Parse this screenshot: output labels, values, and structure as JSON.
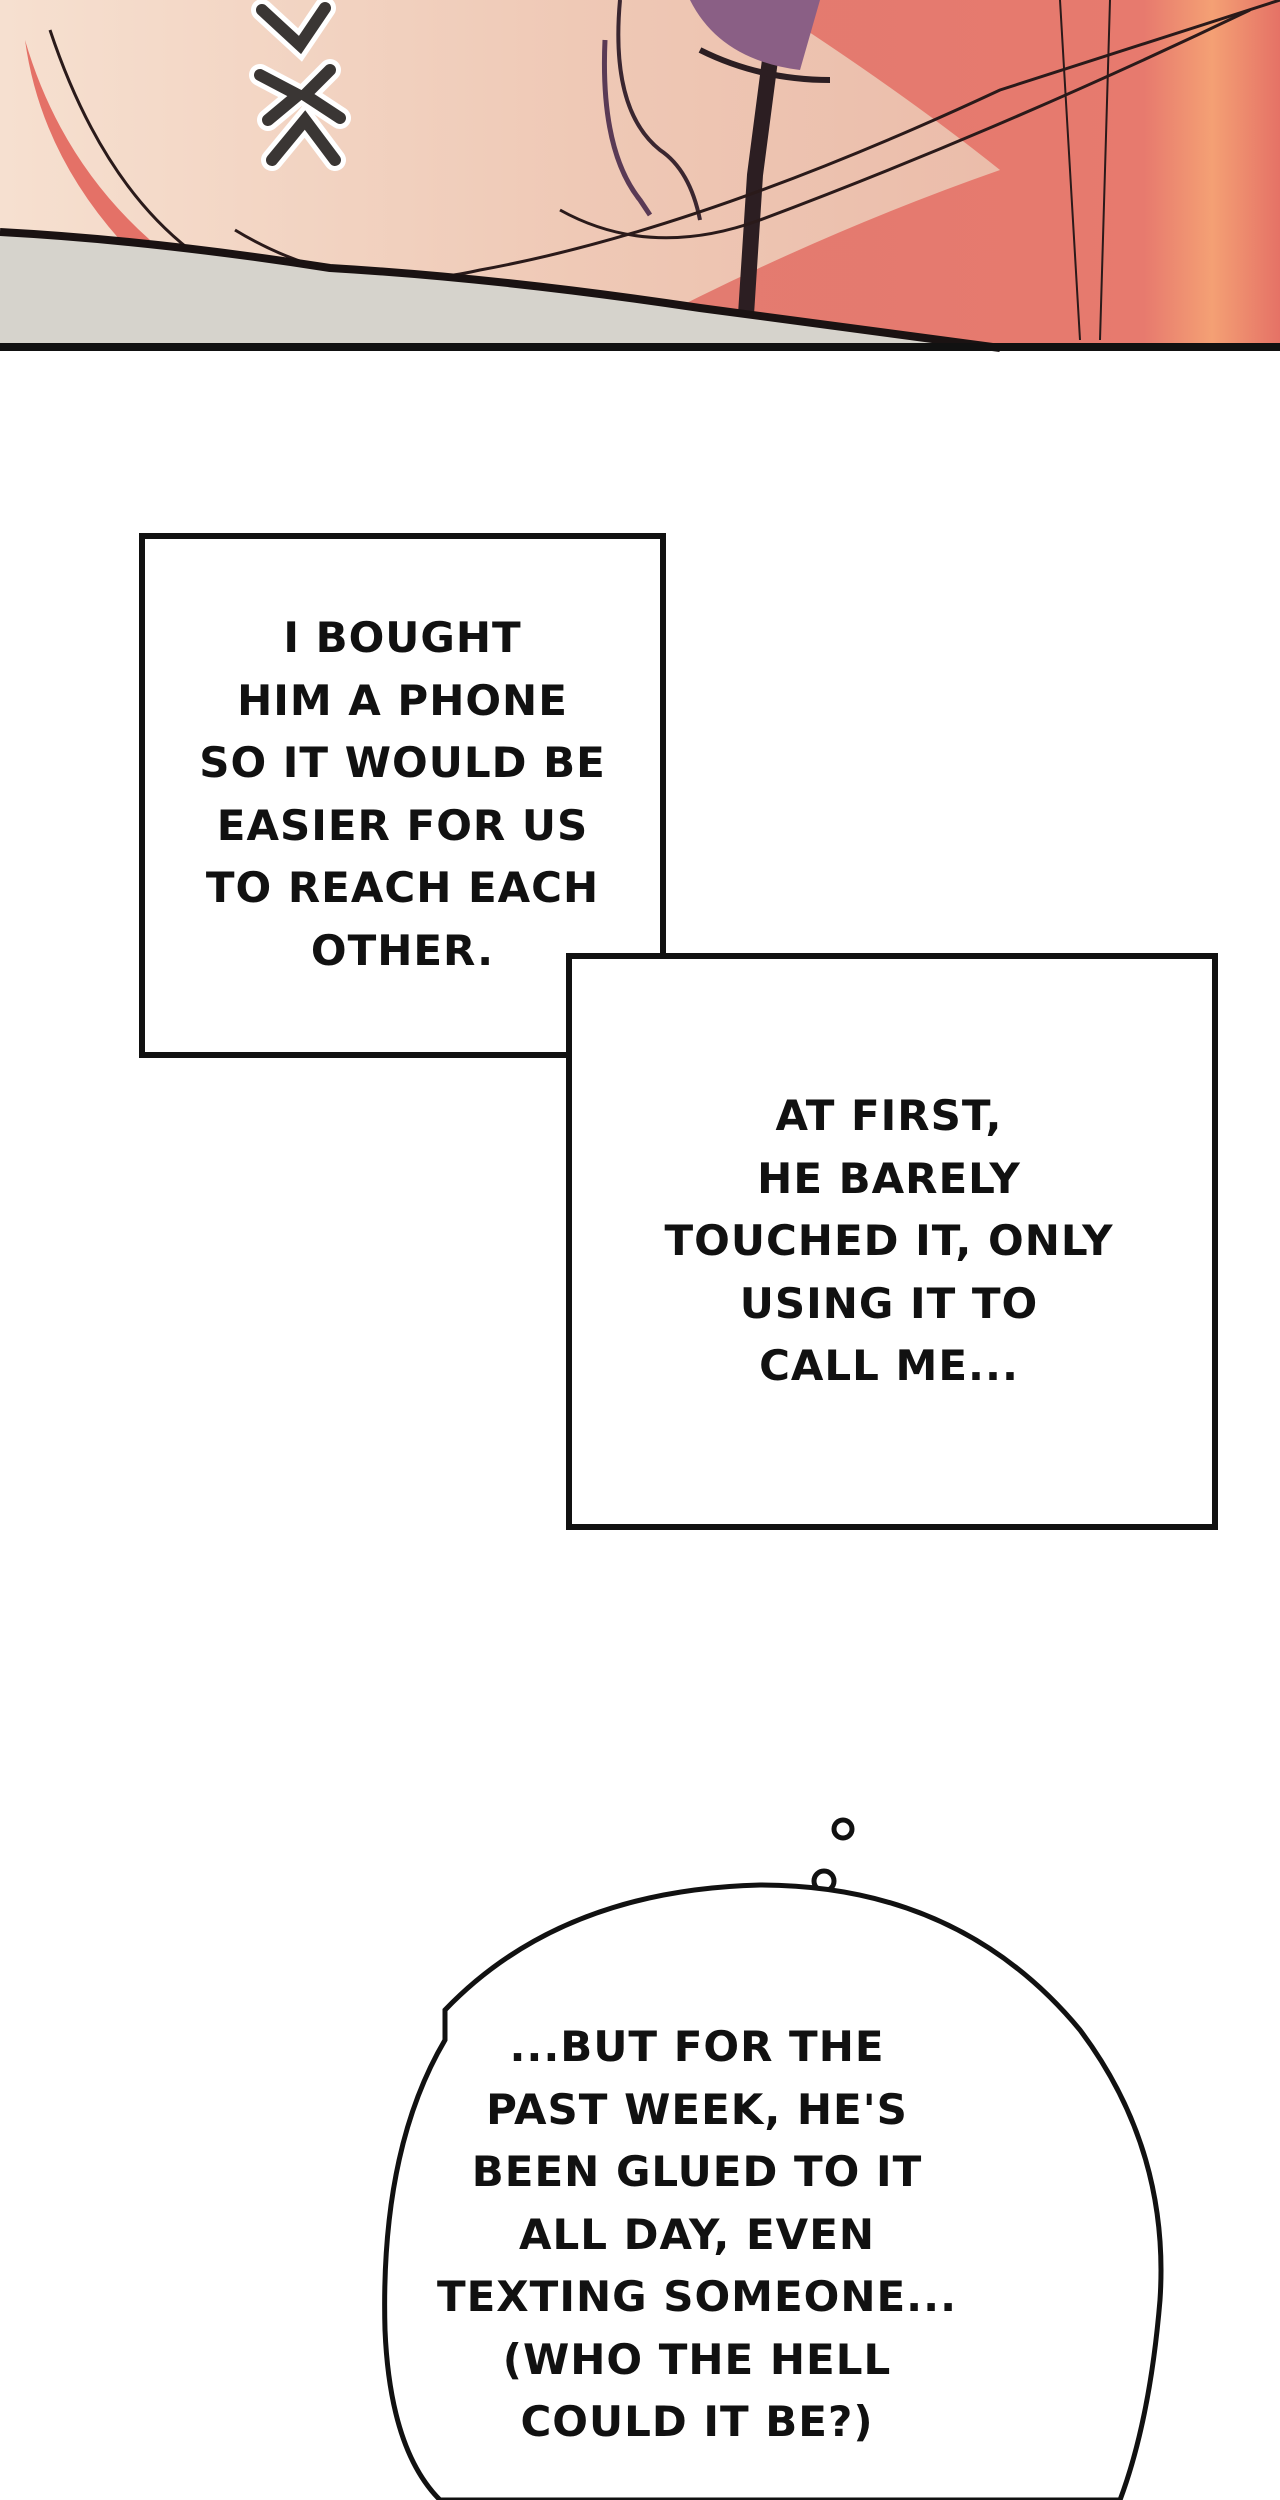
{
  "panel_top": {
    "icon": "anger-vein-icon",
    "colors": {
      "skin": "#f2d3c0",
      "hair": "#e5706a",
      "cloth": "#d6d3cc",
      "ink": "#1a1212"
    }
  },
  "caption_1": {
    "lines": [
      "I BOUGHT",
      "HIM A PHONE",
      "SO IT WOULD BE",
      "EASIER FOR US",
      "TO REACH EACH",
      "OTHER."
    ]
  },
  "caption_2": {
    "lines": [
      "AT FIRST,",
      "HE BARELY",
      "TOUCHED IT, ONLY",
      "USING IT TO",
      "CALL ME..."
    ]
  },
  "thought_bubble": {
    "lines": [
      "...BUT FOR THE",
      "PAST WEEK, HE'S",
      "BEEN GLUED TO IT",
      "ALL DAY, EVEN",
      "TEXTING SOMEONE...",
      "(WHO THE HELL",
      "COULD IT BE?)"
    ]
  }
}
